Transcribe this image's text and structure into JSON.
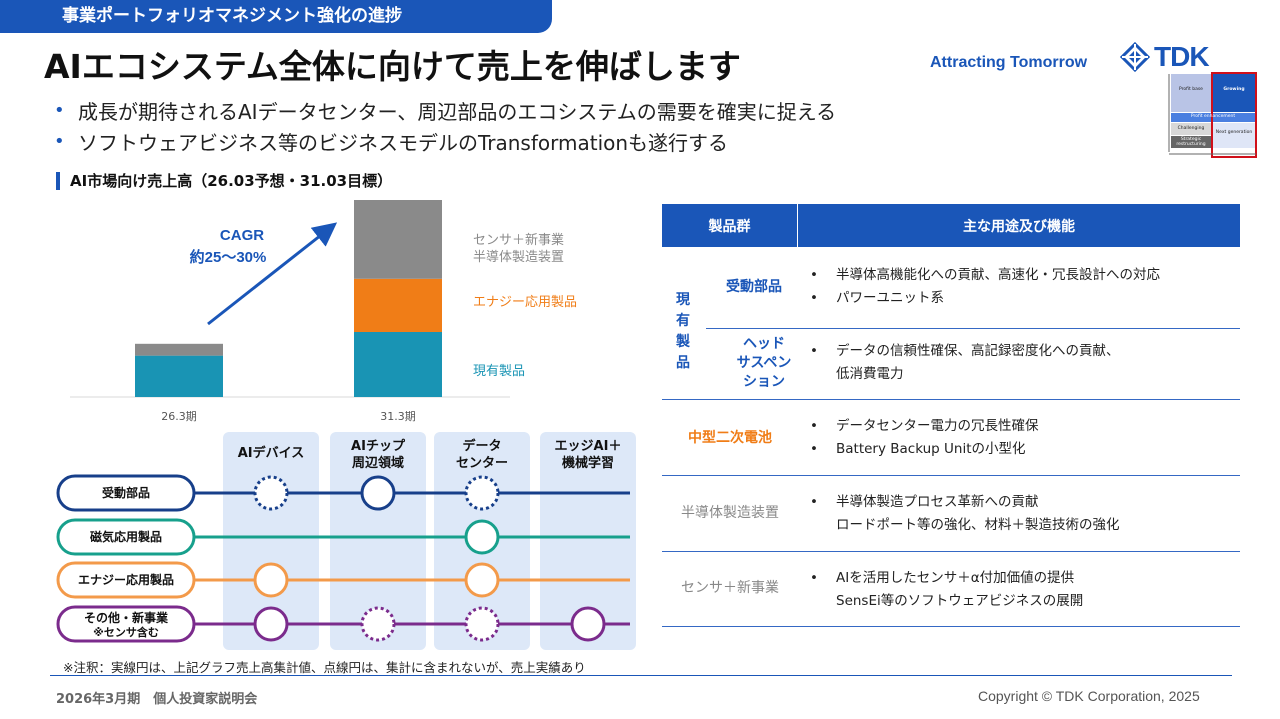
{
  "header": {
    "section": "事業ポートフォリオマネジメント強化の進捗",
    "title": "AIエコシステム全体に向けて売上を伸ばします",
    "tagline": "Attracting Tomorrow",
    "brand": "TDK"
  },
  "mini_matrix": {
    "cells": [
      "Profit base",
      "Growing",
      "Profit enhancement",
      "Challenging",
      "Strategic restructuring",
      "Next generation"
    ]
  },
  "bullets": [
    "成長が期待されるAIデータセンター、周辺部品のエコシステムの需要を確実に捉える",
    "ソフトウェアビジネス等のビジネスモデルのTransformationも遂行する"
  ],
  "subheading": "AI市場向け売上高（26.03予想・31.03目標）",
  "chart_data": {
    "type": "bar",
    "stacked": true,
    "categories": [
      "26.3期",
      "31.3期"
    ],
    "series": [
      {
        "name": "現有製品",
        "color": "#1994b4",
        "values": [
          0.21,
          0.33
        ]
      },
      {
        "name": "エナジー応用製品",
        "color": "#f07d17",
        "values": [
          0.0,
          0.27
        ]
      },
      {
        "name": "センサ＋新事業 半導体製造装置",
        "color": "#8a8a8a",
        "values": [
          0.06,
          0.41
        ]
      }
    ],
    "legend": [
      "センサ＋新事業",
      "半導体製造装置",
      "エナジー応用製品",
      "現有製品"
    ],
    "annotation": {
      "line1": "CAGR",
      "line2": "約25〜30%"
    },
    "grid": false,
    "yaxis_labels": false
  },
  "matrix": {
    "columns": [
      {
        "line1": "AIデバイス",
        "line2": ""
      },
      {
        "line1": "AIチップ",
        "line2": "周辺領域"
      },
      {
        "line1": "データ",
        "line2": "センター"
      },
      {
        "line1": "エッジAI＋",
        "line2": "機械学習"
      }
    ],
    "rows": [
      {
        "line1": "受動部品",
        "line2": "",
        "color": "#173f8a",
        "marks": [
          "dotted",
          "solid",
          "dotted",
          "none"
        ]
      },
      {
        "line1": "磁気応用製品",
        "line2": "",
        "color": "#17a08c",
        "marks": [
          "none",
          "none",
          "solid",
          "none"
        ]
      },
      {
        "line1": "エナジー応用製品",
        "line2": "",
        "color": "#f39a4a",
        "marks": [
          "solid",
          "none",
          "solid",
          "none"
        ]
      },
      {
        "line1": "その他・新事業",
        "line2": "※センサ含む",
        "color": "#7b2b8c",
        "marks": [
          "solid",
          "dotted",
          "dotted",
          "solid"
        ]
      }
    ]
  },
  "note": "※注釈：実線円は、上記グラフ売上高集計値、点線円は、集計に含まれないが、売上実績あり",
  "table": {
    "header": {
      "col1": "製品群",
      "col2": "主な用途及び機能"
    },
    "group_label": [
      "現",
      "有",
      "製",
      "品"
    ],
    "rows": [
      {
        "label": [
          "受動部品"
        ],
        "items": [
          "半導体高機能化への貢献、高速化・冗長設計への対応",
          "パワーユニット系"
        ],
        "cont": ""
      },
      {
        "label": [
          "ヘッド",
          "サスペン",
          "ション"
        ],
        "items": [
          "データの信頼性確保、高記録密度化への貢献、"
        ],
        "cont": "低消費電力"
      },
      {
        "label": [
          "中型二次電池"
        ],
        "items": [
          "データセンター電力の冗長性確保",
          "Battery Backup Unitの小型化"
        ],
        "cont": ""
      },
      {
        "label": [
          "半導体製造装置"
        ],
        "items": [
          "半導体製造プロセス革新への貢献"
        ],
        "cont": "ロードポート等の強化、材料＋製造技術の強化"
      },
      {
        "label": [
          "センサ＋新事業"
        ],
        "items": [
          "AIを活用したセンサ＋α付加価値の提供"
        ],
        "cont": "SensEi等のソフトウェアビジネスの展開"
      }
    ]
  },
  "footer": {
    "left": "2026年3月期　個人投資家説明会",
    "right": "Copyright  © TDK Corporation, 2025"
  }
}
